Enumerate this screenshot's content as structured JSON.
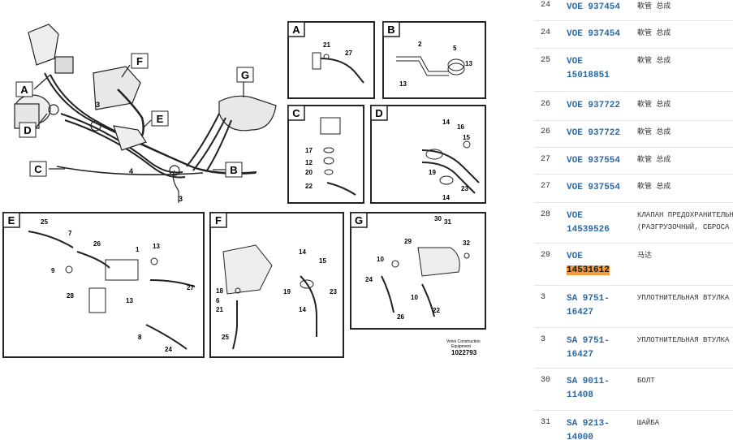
{
  "diagram": {
    "callouts_main": [
      "A",
      "D",
      "F",
      "E",
      "G",
      "C",
      "B"
    ],
    "detail_boxes": [
      {
        "letter": "A",
        "labels": [
          "21",
          "27"
        ]
      },
      {
        "letter": "B",
        "labels": [
          "2",
          "5",
          "13",
          "13"
        ]
      },
      {
        "letter": "C",
        "labels": [
          "17",
          "12",
          "20",
          "22"
        ]
      },
      {
        "letter": "D",
        "labels": [
          "14",
          "16",
          "15",
          "19",
          "23",
          "14"
        ]
      },
      {
        "letter": "E",
        "labels": [
          "25",
          "7",
          "26",
          "1",
          "13",
          "9",
          "28",
          "13",
          "27",
          "8",
          "24"
        ]
      },
      {
        "letter": "F",
        "labels": [
          "14",
          "15",
          "19",
          "14",
          "23",
          "18",
          "21",
          "25",
          "6"
        ]
      },
      {
        "letter": "G",
        "labels": [
          "30",
          "31",
          "29",
          "32",
          "10",
          "24",
          "10",
          "26",
          "22"
        ]
      }
    ],
    "main_numbers": [
      "3",
      "4",
      "3"
    ],
    "caption_line1": "Volvo Construction",
    "caption_line2": "Equipment",
    "figure_id": "1022793"
  },
  "parts": [
    {
      "pos": "24",
      "part": "VOE 937454",
      "desc": "軟管 总成"
    },
    {
      "pos": "24",
      "part": "VOE 937454",
      "desc": "軟管 总成"
    },
    {
      "pos": "25",
      "part": "VOE 15018851",
      "desc": "軟管 总成"
    },
    {
      "pos": "26",
      "part": "VOE 937722",
      "desc": "軟管 总成"
    },
    {
      "pos": "26",
      "part": "VOE 937722",
      "desc": "軟管 总成"
    },
    {
      "pos": "27",
      "part": "VOE 937554",
      "desc": "軟管 总成"
    },
    {
      "pos": "27",
      "part": "VOE 937554",
      "desc": "軟管 总成"
    },
    {
      "pos": "28",
      "part": "VOE 14539526",
      "desc": "КЛАПАН ПРЕДОХРАНИТЕЛЬН\n(РАЗГРУЗОЧНЫЙ, СБРОСА"
    },
    {
      "pos": "29",
      "part_prefix": "VOE",
      "part_highlight": "14531612",
      "desc": "马达"
    },
    {
      "pos": "3",
      "part": "SA 9751-16427",
      "desc": "УПЛОТНИТЕЛЬНАЯ ВТУЛКА"
    },
    {
      "pos": "3",
      "part": "SA 9751-16427",
      "desc": "УПЛОТНИТЕЛЬНАЯ ВТУЛКА"
    },
    {
      "pos": "30",
      "part": "SA 9011-11408",
      "desc": "БОЛТ"
    },
    {
      "pos": "31",
      "part": "SA 9213-14000",
      "desc": "ШАЙБА"
    }
  ]
}
